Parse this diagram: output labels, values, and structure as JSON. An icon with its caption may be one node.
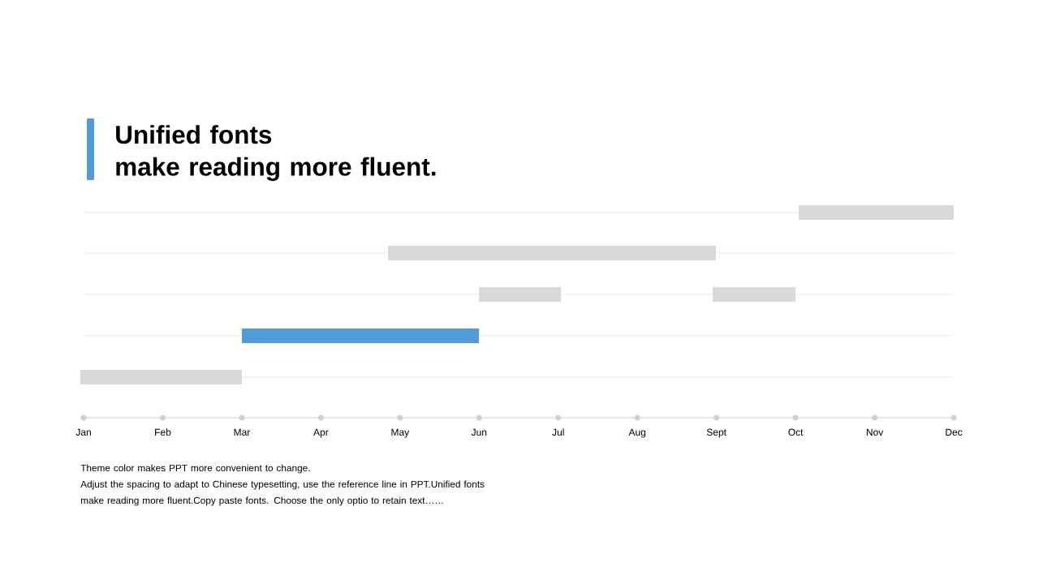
{
  "diagram": {
    "title": "Unified fonts make reading more fluent.",
    "nodes": [
      {
        "text": [],
        "shape": "bar"
      },
      {
        "text": [],
        "shape": "bar"
      },
      {
        "text": [],
        "shape": "bar"
      },
      {
        "text": [],
        "shape": "bar"
      },
      {
        "text": [],
        "shape": "bar"
      },
      {
        "text": [],
        "shape": "bar"
      }
    ],
    "labels": [
      "Jan",
      "Feb",
      "Mar",
      "Apr",
      "May",
      "Jun",
      "Jul",
      "Aug",
      "Sept",
      "Oct",
      "Nov",
      "Dec",
      "Theme color makes PPT more convenient to change.",
      "Adjust the spacing to adapt to Chinese typesetting, use the reference line in PPT.Unified fonts make reading more fluent.Copy paste fonts. Choose the only optio to retain text……"
    ]
  }
}
